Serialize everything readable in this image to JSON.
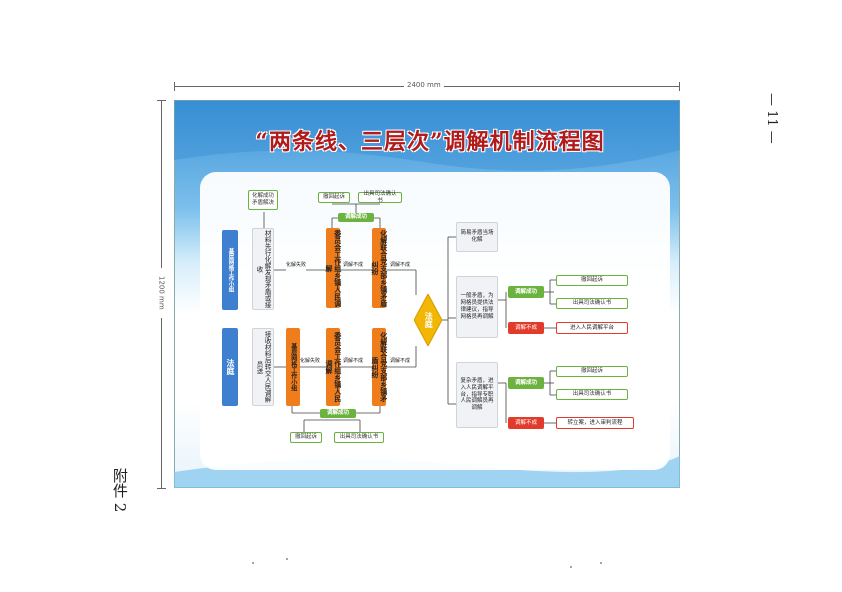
{
  "page_number": "— 11 —",
  "attachment": "附件 2",
  "dim_width": "2400 mm",
  "dim_height": "1200 mm",
  "title": "“两条线、三层次”调解机制流程图",
  "left": {
    "grid_label": "基层网格工作小组",
    "court_label": "法庭",
    "top_material": "材料先行化解发现矛盾或接收",
    "bottom_material": "接收材料后转交人民调解员送",
    "top_resolved": "化解成功矛盾解决",
    "bottom_grid": "基层网格工作小组",
    "fail1": "化解失败",
    "fail2": "化解失败",
    "committee_top": "委员会工作组乡镇人民调解",
    "committee_bottom": "委员会工作组乡镇人民调解",
    "not_success_1": "调解不成",
    "not_success_2": "调解不成",
    "not_success_3": "调解不成",
    "not_success_4": "调解不成",
    "joint_top": "化解联合党支部乡镇矛盾纠纷",
    "joint_bottom": "化解联合党支部乡镇矛盾纠纷",
    "success_top": "调解成功",
    "success_bottom": "调解成功",
    "withdraw_top": "撤回起诉",
    "confirm_top": "出具司法确认书",
    "withdraw_bottom": "撤回起诉",
    "confirm_bottom": "出具司法确认书"
  },
  "court_diamond": "法庭",
  "right": {
    "simple": "简易矛盾当场化解",
    "general": "一般矛盾，为网格员提供法律建议，指导网格员再调解",
    "complex": "复杂矛盾，进入人民调解平台，指导专职人民调解员再调解",
    "success1": "调解成功",
    "withdraw1": "撤回起诉",
    "confirm1": "出具司法确认书",
    "fail1": "调解不成",
    "enter_platform": "进入人民调解平台",
    "success2": "调解成功",
    "withdraw2": "撤回起诉",
    "confirm2": "出具司法确认书",
    "fail2": "调解不成",
    "to_trial": "转立案，进入审判流程"
  }
}
